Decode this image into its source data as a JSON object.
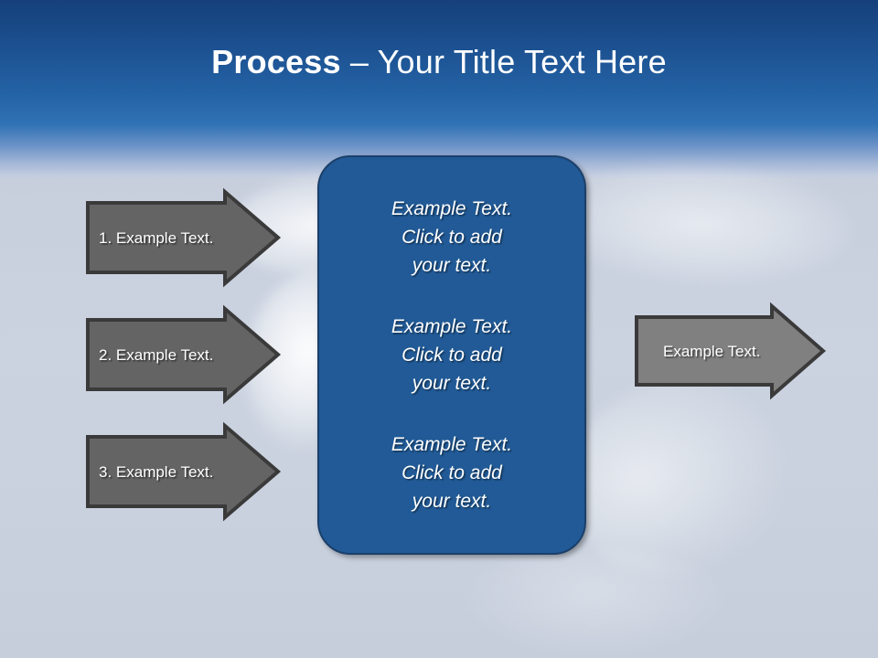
{
  "slide": {
    "title": {
      "bold_part": "Process",
      "rest_part": " – Your Title Text Here",
      "full": "Process – Your Title Text Here"
    },
    "colors": {
      "title_text": "#ffffff",
      "sky_top": "#15407a",
      "sky_mid": "#2f72b5",
      "ground": "#c7cfdd",
      "input_arrow_fill": "#646464",
      "output_arrow_fill": "#808080",
      "arrow_outline": "#3a3a3a",
      "center_box_fill": "#215a96",
      "center_box_border": "#1b3f6b"
    }
  },
  "input_arrows": [
    {
      "label": "1. Example Text.",
      "icon": "right-arrow-icon"
    },
    {
      "label": "2. Example Text.",
      "icon": "right-arrow-icon"
    },
    {
      "label": "3. Example Text.",
      "icon": "right-arrow-icon"
    }
  ],
  "center_box": {
    "paragraphs": [
      "Example Text.\nClick  to add\nyour text.",
      "Example Text.\nClick  to add\nyour text.",
      "Example Text.\nClick  to add\nyour text."
    ]
  },
  "output_arrow": {
    "label": "Example Text.",
    "icon": "right-arrow-icon"
  }
}
